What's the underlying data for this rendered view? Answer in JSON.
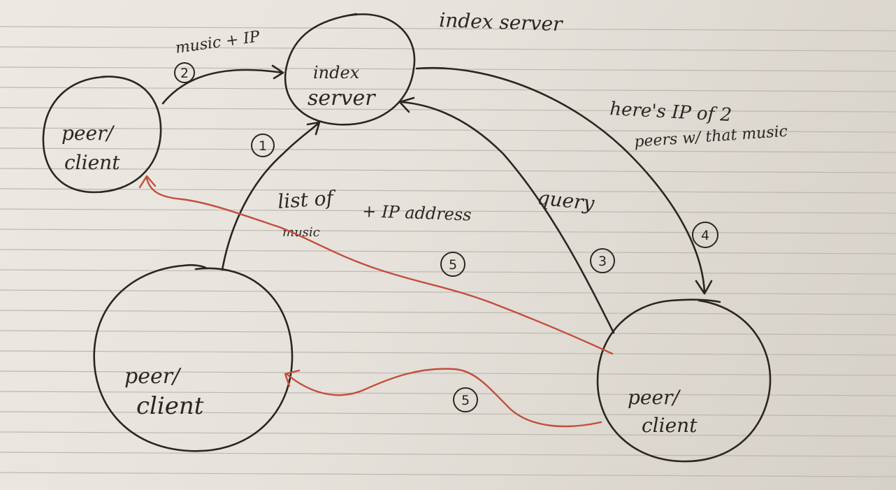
{
  "nodes": {
    "index_server": {
      "label_line1": "index",
      "label_line2": "server"
    },
    "peer_top_left": {
      "label_line1": "peer/",
      "label_line2": "client"
    },
    "peer_bottom_left": {
      "label_line1": "peer/",
      "label_line2": "client"
    },
    "peer_bottom_right": {
      "label_line1": "peer/",
      "label_line2": "client"
    }
  },
  "title": "index server",
  "edges": {
    "step1": {
      "number": "1",
      "label_line1": "list of",
      "label_line2": "music",
      "label_extra": "+ IP address"
    },
    "step2": {
      "number": "2",
      "label": "music + IP"
    },
    "step3": {
      "number": "3",
      "label": "query"
    },
    "step4": {
      "number": "4",
      "label_line1": "here's IP of 2",
      "label_line2": "peers w/ that music"
    },
    "step5_top": {
      "number": "5"
    },
    "step5_bottom": {
      "number": "5"
    }
  },
  "colors": {
    "ink": "#2a2622",
    "transfer": "#c44d3d",
    "paper": "#e6e2db",
    "rule": "#b9b4ac"
  }
}
